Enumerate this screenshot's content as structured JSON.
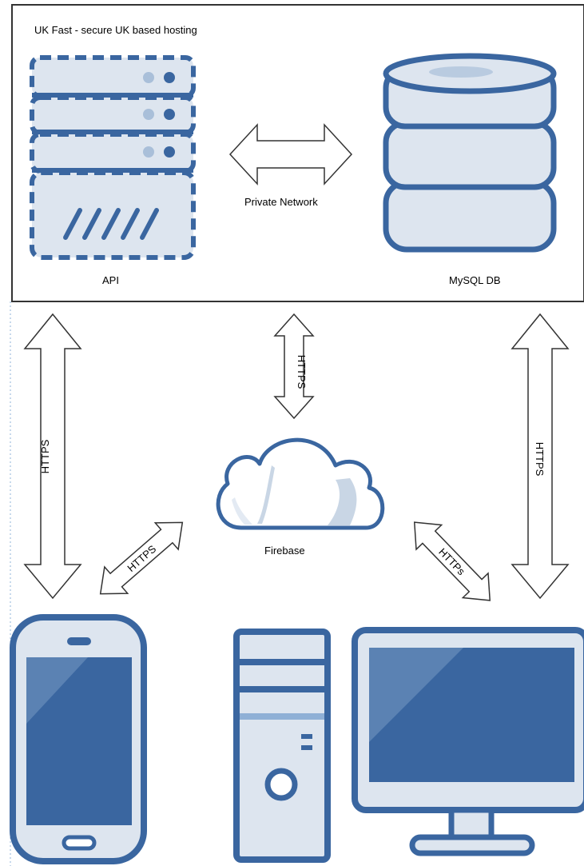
{
  "colors": {
    "primary": "#3a66a0",
    "dark": "#2e5a92",
    "light": "#dbe4ef",
    "pale": "#c9d6e5",
    "stripe": "#a9bfd9"
  },
  "diagram": {
    "hosting_group": {
      "title": "UK Fast - secure UK based hosting"
    },
    "nodes": {
      "api": {
        "label": "API",
        "icon": "server-rack-icon"
      },
      "db": {
        "label": "MySQL DB",
        "icon": "database-icon"
      },
      "firebase": {
        "label": "Firebase",
        "icon": "cloud-icon"
      },
      "mobile": {
        "label": "",
        "icon": "smartphone-icon"
      },
      "desktop": {
        "label": "",
        "icon": "desktop-computer-icon"
      }
    },
    "edges": {
      "api_db": "Private Network",
      "hosting_firebase": "HTTPS",
      "api_mobile": "HTTPS",
      "mobile_firebase": "HTTPS",
      "firebase_desktop": "HTTPs",
      "db_desktop": "HTTPS"
    }
  }
}
